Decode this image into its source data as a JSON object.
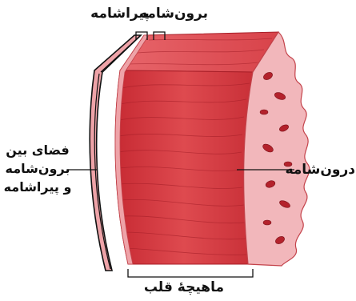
{
  "labels": {
    "pericardium": "پیراشامه",
    "epicardium": "برون‌شامه",
    "pericardial_space": [
      "فضای بین",
      "برون‌شامه",
      "و پیراشامه"
    ],
    "endocardium": "درون‌شامه",
    "myocardium": "ماهیچهٔ قلب"
  },
  "colors": {
    "muscle": "#d93a3f",
    "muscle_dark": "#a81f28",
    "pericardium_pink": "#eea3a8",
    "endocardium_pink": "#f2b7bb",
    "line": "#111111"
  }
}
